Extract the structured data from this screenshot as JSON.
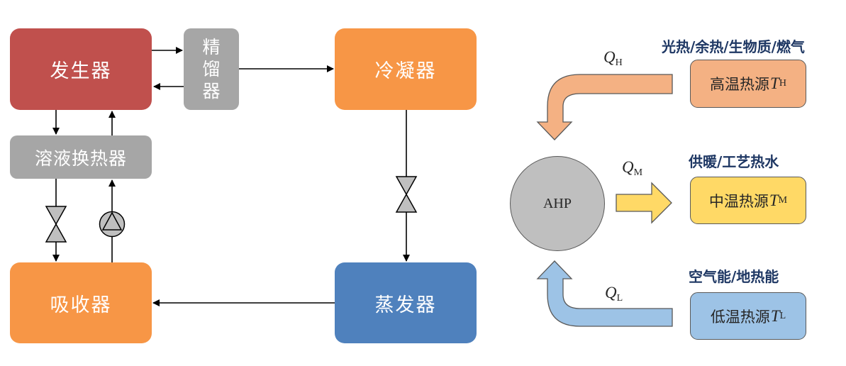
{
  "cycle": {
    "generator": "发生器",
    "rectifier": [
      "精",
      "馏",
      "器"
    ],
    "solution_heat_exchanger": "溶液换热器",
    "absorber": "吸收器",
    "condenser": "冷凝器",
    "evaporator": "蒸发器",
    "symbols": {
      "expansion_valve": "expansion-valve-icon",
      "pump": "pump-icon"
    }
  },
  "energy": {
    "center": "AHP",
    "high": {
      "caption": "光热/余热/生物质/燃气",
      "source_label": "高温热源",
      "temp_symbol": "T",
      "temp_sub": "H",
      "flow_symbol": "Q",
      "flow_sub": "H",
      "color": "#f4b183"
    },
    "medium": {
      "caption": "供暖/工艺热水",
      "source_label": "中温热源",
      "temp_symbol": "T",
      "temp_sub": "M",
      "flow_symbol": "Q",
      "flow_sub": "M",
      "color": "#ffd966"
    },
    "low": {
      "caption": "空气能/地热能",
      "source_label": "低温热源",
      "temp_symbol": "T",
      "temp_sub": "L",
      "flow_symbol": "Q",
      "flow_sub": "L",
      "color": "#9dc3e6"
    }
  },
  "colors": {
    "generator": "#c0504d",
    "grey_unit": "#a6a6a6",
    "orange_unit": "#f79646",
    "evaporator": "#4f81bd",
    "caption_text": "#1f3864"
  }
}
